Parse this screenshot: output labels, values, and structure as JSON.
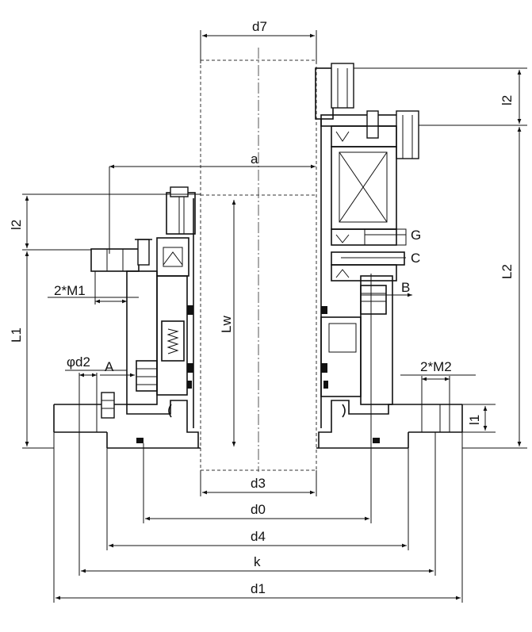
{
  "labels": {
    "d7": "d7",
    "a": "a",
    "l2_top": "l2",
    "l2_left": "l2",
    "L2": "L2",
    "L1": "L1",
    "Lw": "Lw",
    "M1": "2*M1",
    "M2": "2*M2",
    "phi_d2": "φd2",
    "A": "A",
    "B": "B",
    "C": "C",
    "G": "G",
    "l1": "l1",
    "d3": "d3",
    "d0": "d0",
    "d4": "d4",
    "k": "k",
    "d1": "d1"
  }
}
